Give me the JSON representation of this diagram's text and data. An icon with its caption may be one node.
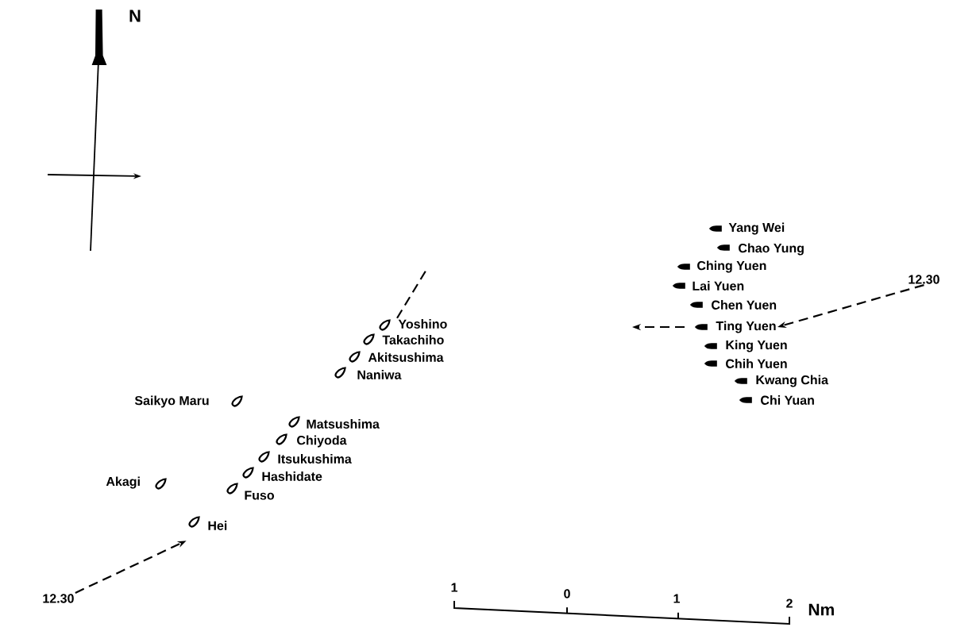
{
  "diagram": {
    "nodes": [
      {
        "text": [
          "Yoshino"
        ]
      },
      {
        "text": [
          "Takachiho"
        ]
      },
      {
        "text": [
          "Akitsushima"
        ]
      },
      {
        "text": [
          "Naniwa"
        ]
      },
      {
        "text": [
          "Saikyo Maru"
        ]
      },
      {
        "text": [
          "Matsushima"
        ]
      },
      {
        "text": [
          "Chiyoda"
        ]
      },
      {
        "text": [
          "Itsukushima"
        ]
      },
      {
        "text": [
          "Hashidate"
        ]
      },
      {
        "text": [
          "Akagi"
        ]
      },
      {
        "text": [
          "Fuso"
        ]
      },
      {
        "text": [
          "Hei"
        ]
      },
      {
        "text": [
          "12.30"
        ]
      },
      {
        "text": [
          "Yang Wei"
        ]
      },
      {
        "text": [
          "Chao Yung"
        ]
      },
      {
        "text": [
          "Ching Yuen"
        ]
      },
      {
        "text": [
          "Lai Yuen"
        ]
      },
      {
        "text": [
          "Chen Yuen"
        ]
      },
      {
        "text": [
          "Ting Yuen"
        ]
      },
      {
        "text": [
          "King Yuen"
        ]
      },
      {
        "text": [
          "Chih Yuen"
        ]
      },
      {
        "text": [
          "Kwang Chia"
        ]
      },
      {
        "text": [
          "Chi Yuan"
        ]
      },
      {
        "text": [
          "12.30"
        ]
      }
    ],
    "edges": [
      {
        "from": 12,
        "to": 11,
        "arrow": "to"
      },
      {
        "from": 0,
        "to": null,
        "arrow": "none"
      },
      {
        "from": 23,
        "to": 18,
        "arrow": "to"
      },
      {
        "from": 18,
        "to": null,
        "arrow": "to"
      }
    ],
    "labels": [
      "N",
      "1",
      "0",
      "1",
      "2",
      "Nm"
    ]
  }
}
